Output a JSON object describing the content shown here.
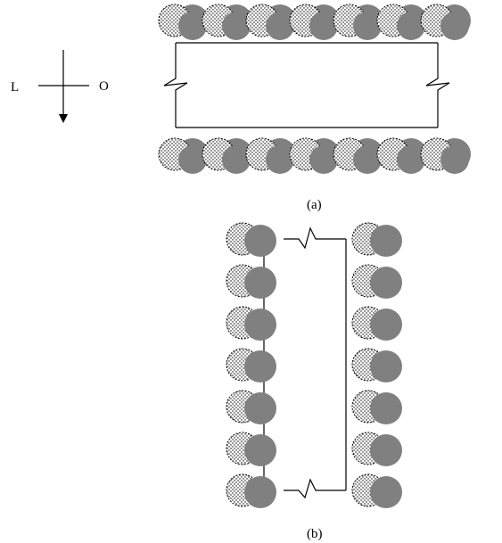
{
  "figure": {
    "panel_a_caption": "(a)",
    "panel_b_caption": "(b)",
    "axis_left_label": "L",
    "axis_right_label": "O"
  },
  "colors": {
    "background": "#ffffff",
    "dotted_sphere_fill": "#ffffff",
    "dotted_sphere_stipple": "#000000",
    "gray_sphere_fill": "#808080",
    "line": "#000000"
  },
  "legend_items": [],
  "panel_a": {
    "rows": 2,
    "pairs_per_row": 7
  },
  "panel_b": {
    "columns": 2,
    "pairs_per_column": 7
  }
}
